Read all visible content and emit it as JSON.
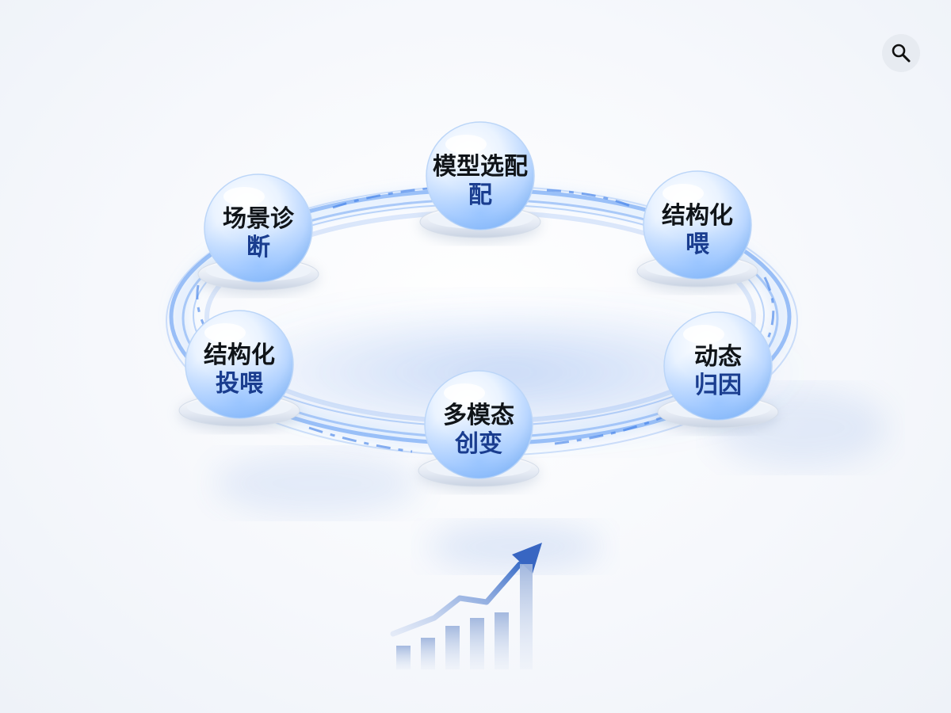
{
  "nodes": [
    {
      "id": "model-select",
      "line1": "模型选配",
      "line2": "配"
    },
    {
      "id": "scene-diagnosis",
      "line1": "场景诊",
      "line2": "断"
    },
    {
      "id": "structured-top",
      "line1": "结构化",
      "line2": "喂"
    },
    {
      "id": "structured-feed",
      "line1": "结构化",
      "line2": "投喂"
    },
    {
      "id": "dynamic-attribution",
      "line1": "动态",
      "line2": "归因"
    },
    {
      "id": "multimodal-creation",
      "line1": "多模态",
      "line2": "创变"
    }
  ],
  "colors": {
    "accent": "#2f6fe0",
    "dark_text": "#101418",
    "accent_text": "#1a3d8f",
    "ring": "#4b8cf0"
  },
  "icons": {
    "search": "search-icon",
    "trend": "trend-up-icon"
  }
}
